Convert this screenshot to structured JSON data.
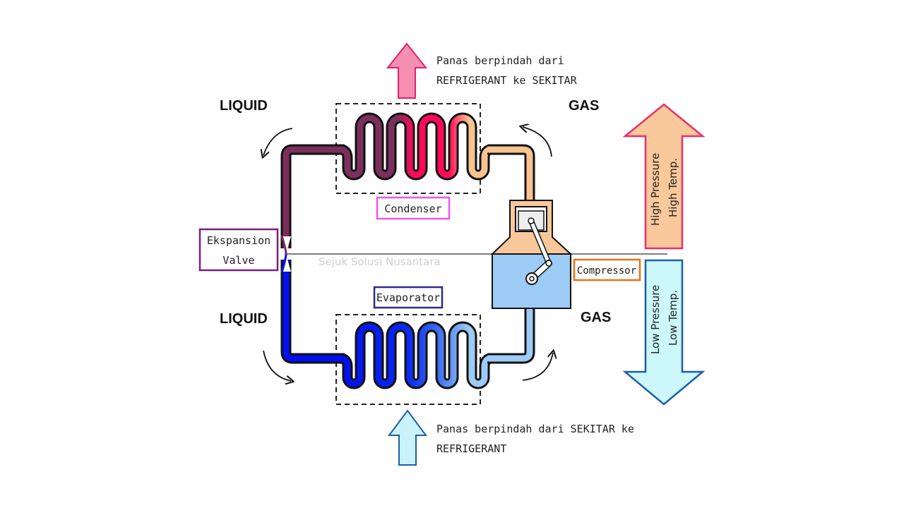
{
  "diagram": {
    "type": "refrigeration-cycle",
    "heat_out_note": {
      "line1": "Panas berpindah dari",
      "line2": "REFRIGERANT ke SEKITAR"
    },
    "heat_in_note": {
      "line1": "Panas berpindah dari SEKITAR ke",
      "line2": "REFRIGERANT"
    },
    "states": {
      "top_left": "LIQUID",
      "top_right": "GAS",
      "bottom_left": "LIQUID",
      "bottom_right": "GAS"
    },
    "components": {
      "condenser": "Condenser",
      "evaporator": "Evaporator",
      "expansion_valve_line1": "Ekspansion",
      "expansion_valve_line2": "Valve",
      "compressor": "Compressor"
    },
    "pressure_arrows": {
      "high": {
        "line1": "High Pressure",
        "line2": "High Temp."
      },
      "low": {
        "line1": "Low Pressure",
        "line2": "Low Temp."
      }
    },
    "watermark": "Sejuk Solusi Nusantara",
    "colors": {
      "hot_liquid": "#7b2f5c",
      "hot_peak": "#ff0a5a",
      "hot_gas": "#f7c48f",
      "cold_liquid": "#0010ee",
      "cold_mid": "#3f6ff0",
      "cold_gas": "#9ccbf5",
      "compressor_top": "#f8c89a",
      "compressor_bottom": "#9ccbf5",
      "condenser_box": "#ee55ee",
      "evaporator_box": "#2b2b8a",
      "expansion_box": "#7a1f7f",
      "compressor_box": "#e8731a",
      "heat_out_arrow": "#f48fb1",
      "heat_in_arrow": "#c9f3fb",
      "high_arrow_fill": "#f9c89b",
      "high_arrow_stroke": "#ee2e6b",
      "low_arrow_fill": "#ccf7fb",
      "low_arrow_stroke": "#1c5ea8"
    }
  }
}
